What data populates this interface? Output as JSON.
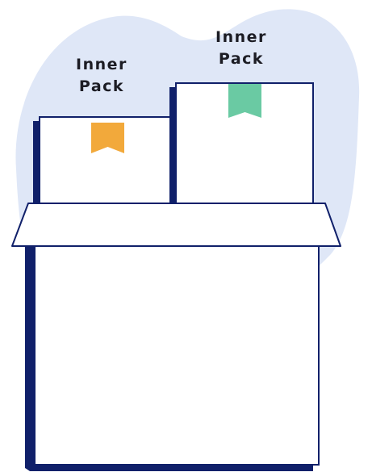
{
  "labels": {
    "left_pack": {
      "line1": "Inner",
      "line2": "Pack"
    },
    "right_pack": {
      "line1": "Inner",
      "line2": "Pack"
    }
  },
  "colors": {
    "background_blob": "#dfe7f7",
    "outline": "#10206a",
    "box_fill": "#ffffff",
    "left_ribbon": "#f2a93b",
    "right_ribbon": "#6acaa3"
  },
  "icons": {
    "left_ribbon": "bookmark-ribbon-orange",
    "right_ribbon": "bookmark-ribbon-green"
  }
}
